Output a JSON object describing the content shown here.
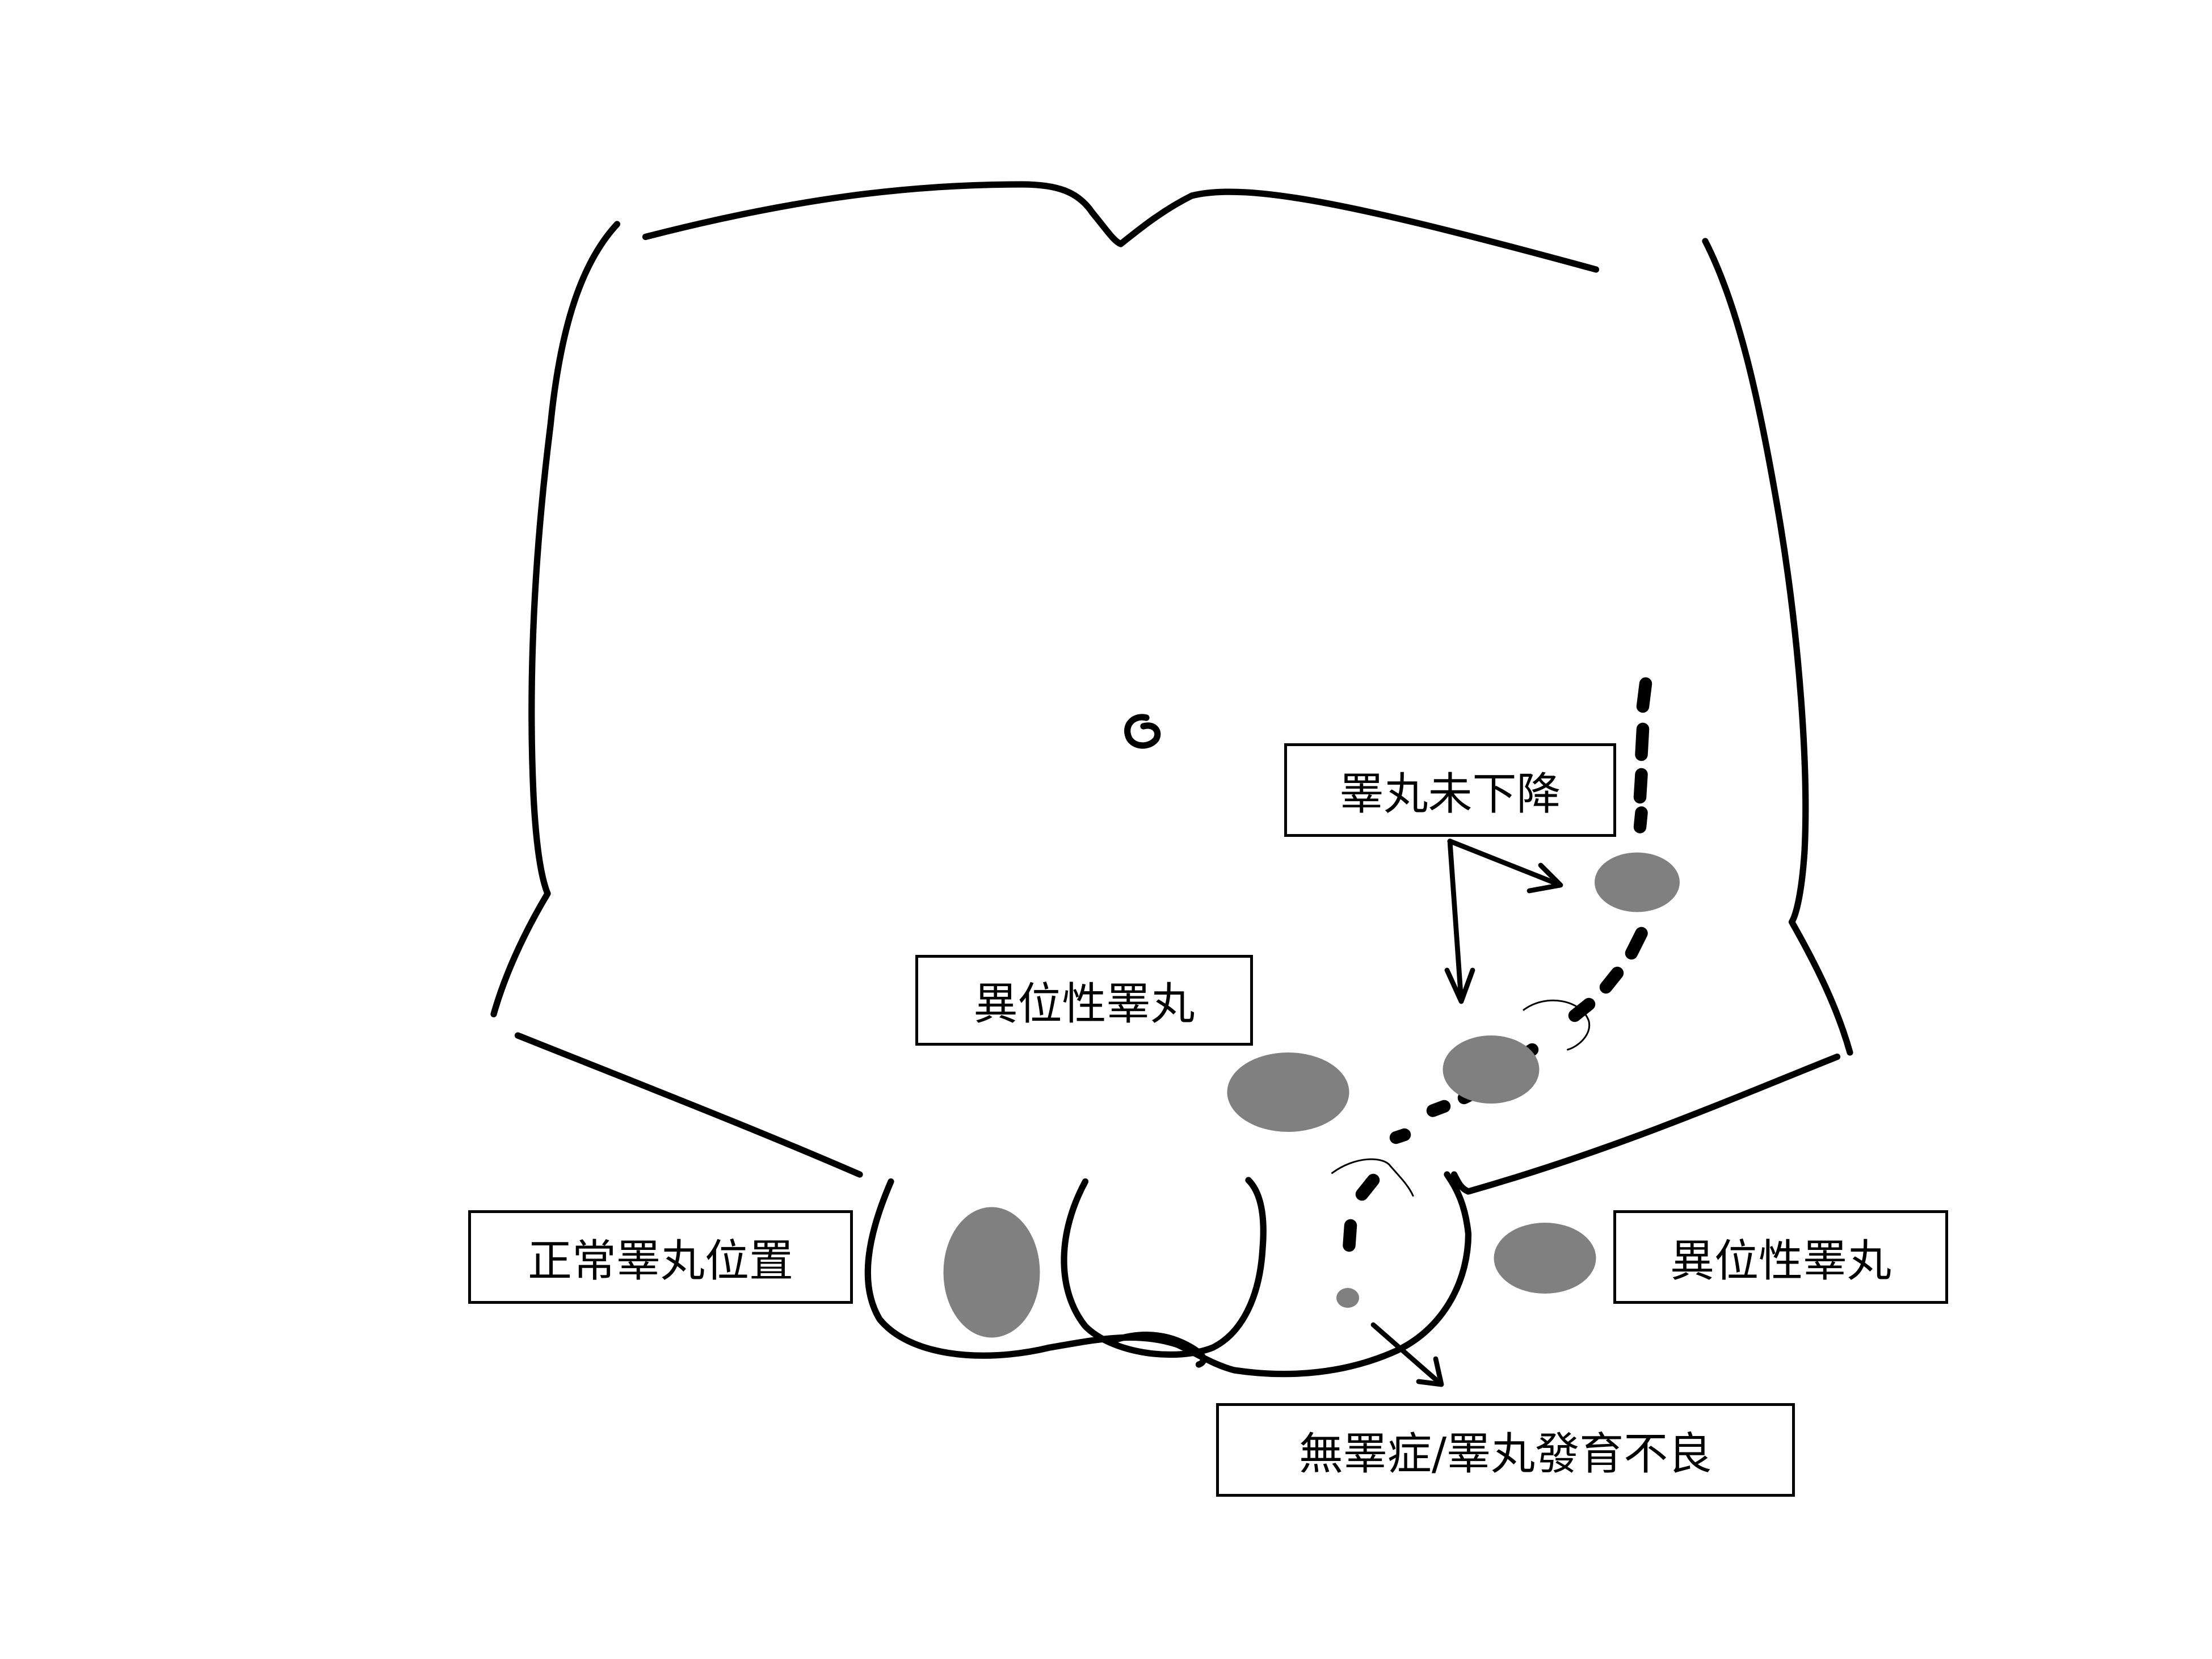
{
  "diagram": {
    "subject": "testis positions on lower abdomen outline",
    "colors": {
      "outline": "#000000",
      "testis": "#808080",
      "background": "#ffffff"
    },
    "labels": {
      "undescended": "睪丸未下降",
      "ectopic_upper": "異位性睪丸",
      "normal": "正常睪丸位置",
      "ectopic_right": "異位性睪丸",
      "anorchia": "無睪症/睪丸發育不良"
    }
  }
}
